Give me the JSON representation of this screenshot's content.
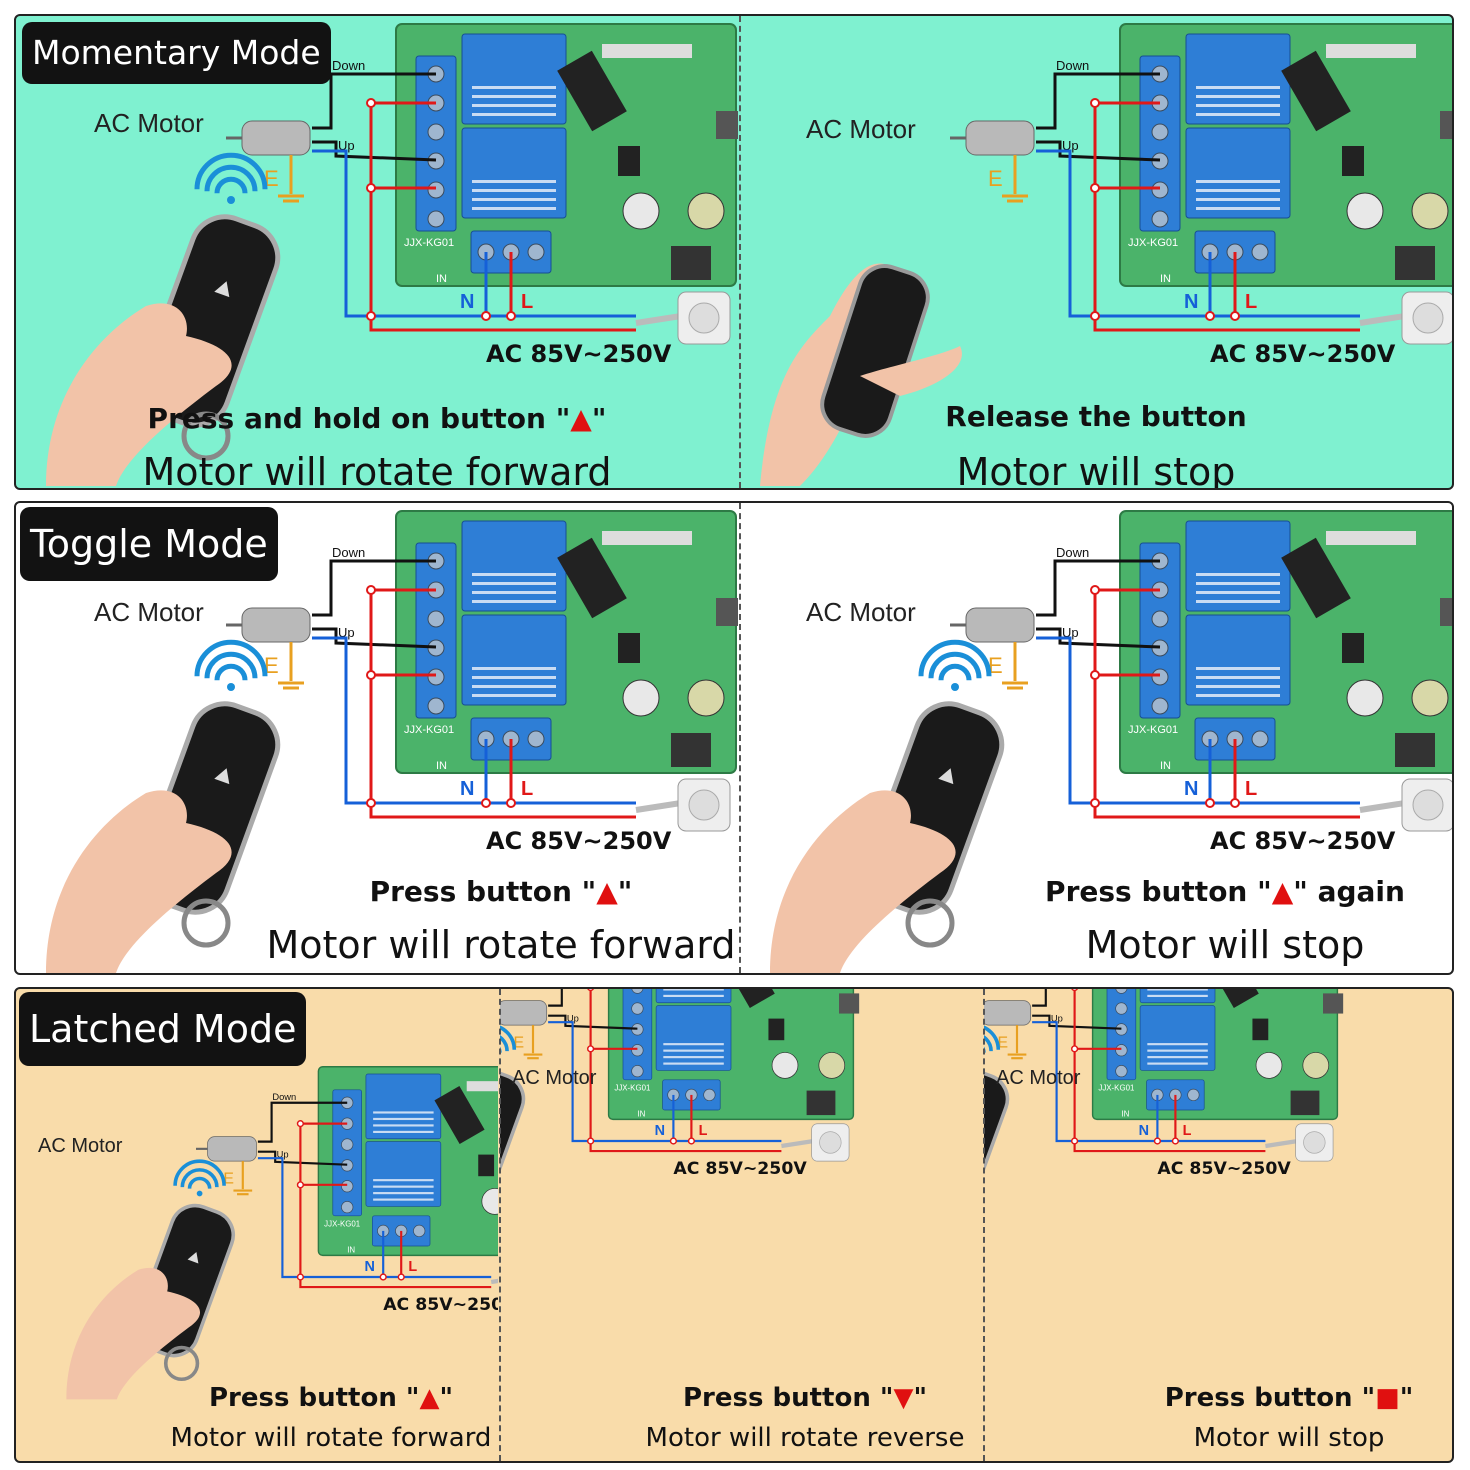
{
  "colors": {
    "green_bg": "#7ff1d0",
    "white_bg": "#ffffff",
    "peach_bg": "#f9dcaa",
    "pcb": "#4bb36a",
    "relay": "#2e7ed6",
    "wire_red": "#e01818",
    "wire_blue": "#1560d8",
    "ground": "#e8a020"
  },
  "labels": {
    "down": "Down",
    "up": "Up",
    "ground": "E",
    "neutral": "N",
    "live": "L",
    "input": "IN",
    "board": "JJX-KG01",
    "supply": "AC 85V~250V",
    "motor": "AC Motor"
  },
  "icons": {
    "signal": "wifi-signal-icon",
    "up": "triangle-up",
    "down": "triangle-down",
    "stop": "square-stop"
  },
  "sections": [
    {
      "mode": "Momentary Mode",
      "panels": [
        {
          "action_pre": "Press and hold on button \"",
          "symbol": "▲",
          "action_post": "\"",
          "result": "Motor will rotate forward",
          "signal": true
        },
        {
          "action_pre": "Release the button",
          "symbol": "",
          "action_post": "",
          "result": "Motor will stop",
          "signal": false
        }
      ]
    },
    {
      "mode": "Toggle Mode",
      "panels": [
        {
          "action_pre": "Press button \"",
          "symbol": "▲",
          "action_post": "\"",
          "result": "Motor will rotate forward",
          "signal": true
        },
        {
          "action_pre": "Press button \"",
          "symbol": "▲",
          "action_post": "\" again",
          "result": "Motor will stop",
          "signal": true
        }
      ]
    },
    {
      "mode": "Latched Mode",
      "panels": [
        {
          "action_pre": "Press button \"",
          "symbol": "▲",
          "action_post": "\"",
          "result": "Motor will rotate forward",
          "signal": true
        },
        {
          "action_pre": "Press button \"",
          "symbol": "▼",
          "action_post": "\"",
          "result": "Motor will rotate reverse",
          "signal": true
        },
        {
          "action_pre": "Press button \"",
          "symbol": "■",
          "action_post": "\"",
          "result": "Motor will stop",
          "signal": true
        }
      ]
    }
  ]
}
